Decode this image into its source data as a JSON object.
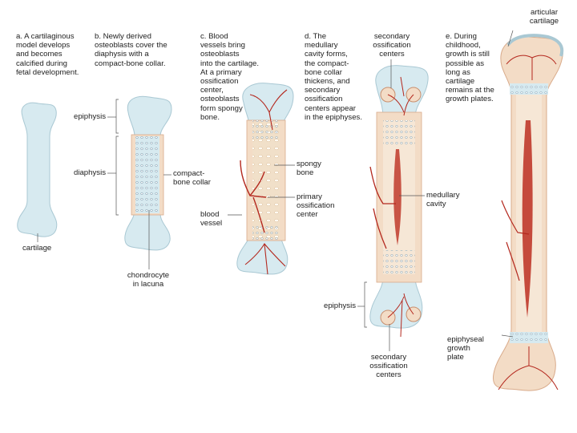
{
  "stages": [
    {
      "caption": "a. A cartilaginous\nmodel develops\nand becomes\ncalcified during\nfetal development."
    },
    {
      "caption": "b. Newly derived\nosteoblasts cover the\ndiaphysis with a\ncompact-bone collar."
    },
    {
      "caption": "c. Blood\nvessels bring\nosteoblasts\ninto the cartilage.\nAt a primary\nossification\ncenter,\nosteoblasts\nform spongy\nbone."
    },
    {
      "caption": "d. The\nmedullary\ncavity forms,\nthe compact-\nbone collar\nthickens, and\nsecondary\nossification\ncenters appear\nin the epiphyses."
    },
    {
      "caption": "e. During\nchildhood,\ngrowth is still\npossible as\nlong as\ncartilage\nremains at the\ngrowth plates."
    }
  ],
  "labels": {
    "cartilage": "cartilage",
    "epiphysis_b": "epiphysis",
    "diaphysis": "diaphysis",
    "compact_bone_collar": "compact-\nbone collar",
    "chondrocyte": "chondrocyte\nin lacuna",
    "spongy_bone": "spongy\nbone",
    "primary_center": "primary\nossification\ncenter",
    "blood_vessel": "blood\nvessel",
    "secondary_centers_top": "secondary\nossification\ncenters",
    "medullary_cavity": "medullary\ncavity",
    "epiphysis_d": "epiphysis",
    "secondary_centers_bottom": "secondary\nossification\ncenters",
    "articular_cartilage": "articular\ncartilage",
    "epiphyseal_plate": "epiphyseal\ngrowth\nplate"
  },
  "colors": {
    "cartilage": "#d7eaf0",
    "cartilage_edge": "#a9c8d3",
    "bone": "#f3dcc6",
    "bone_edge": "#d9ab8b",
    "vessel": "#b4281e",
    "cavity": "#c0392b",
    "leader": "#555555"
  }
}
